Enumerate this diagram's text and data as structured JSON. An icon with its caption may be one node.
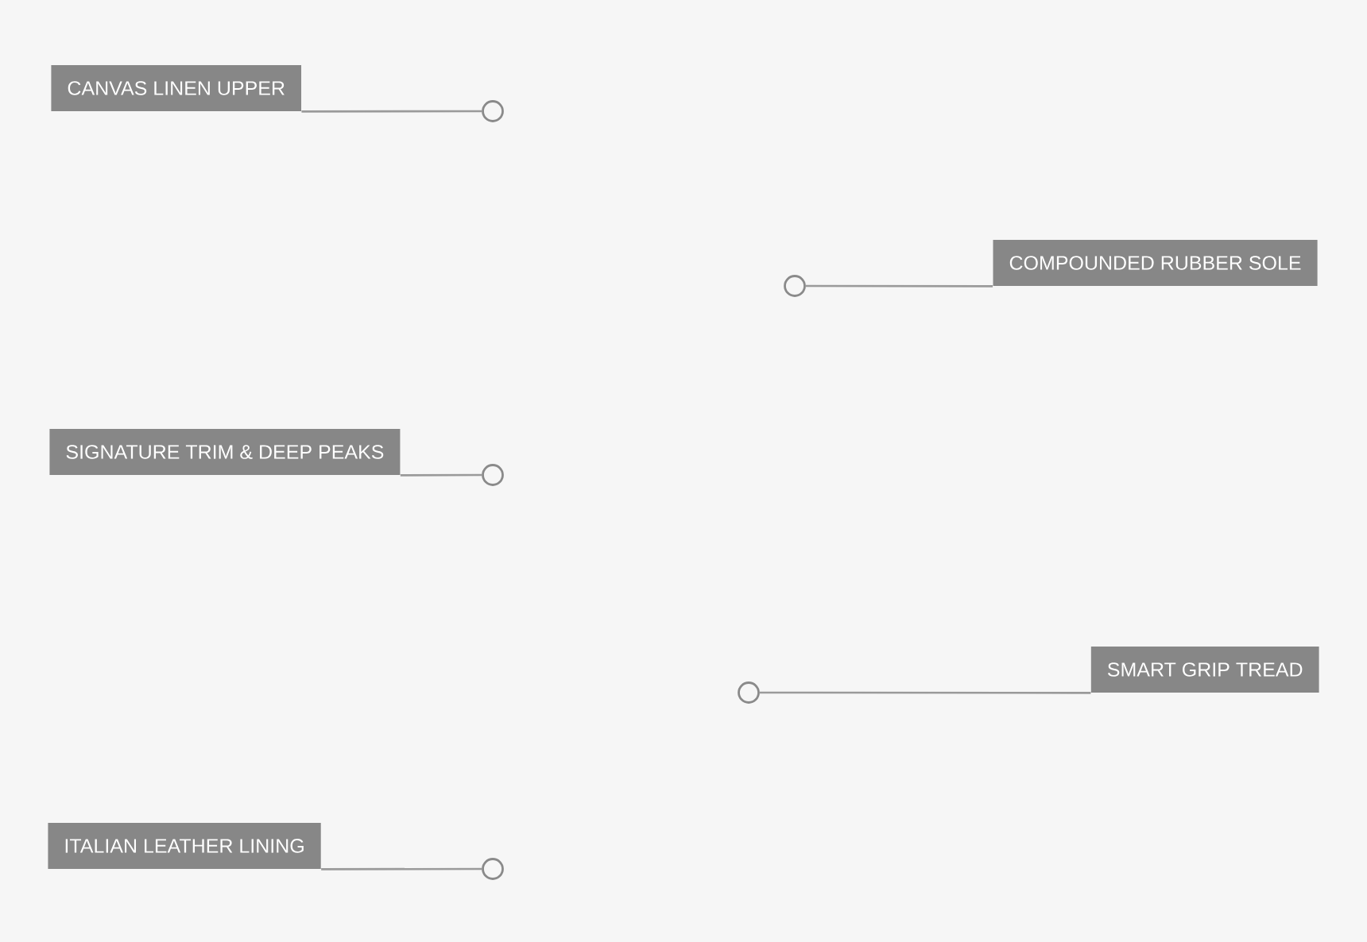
{
  "diagram": {
    "nodes": [
      {
        "text": [
          "CANVAS LINEN UPPER"
        ]
      },
      {
        "text": [],
        "shape": "circle"
      },
      {
        "text": [
          "COMPOUNDED RUBBER SOLE"
        ]
      },
      {
        "text": [],
        "shape": "circle"
      },
      {
        "text": [
          "SIGNATURE TRIM & DEEP PEAKS"
        ]
      },
      {
        "text": [],
        "shape": "circle"
      },
      {
        "text": [
          "SMART GRIP TREAD"
        ]
      },
      {
        "text": [],
        "shape": "circle"
      },
      {
        "text": [
          "ITALIAN LEATHER LINING"
        ]
      },
      {
        "text": [],
        "shape": "circle"
      }
    ],
    "edges": [
      {
        "from": 0,
        "to": 1,
        "arrow": "none"
      },
      {
        "from": 2,
        "to": 3,
        "arrow": "none"
      },
      {
        "from": 4,
        "to": 5,
        "arrow": "none"
      },
      {
        "from": 6,
        "to": 7,
        "arrow": "none"
      },
      {
        "from": 8,
        "to": 9,
        "arrow": "none"
      }
    ]
  }
}
